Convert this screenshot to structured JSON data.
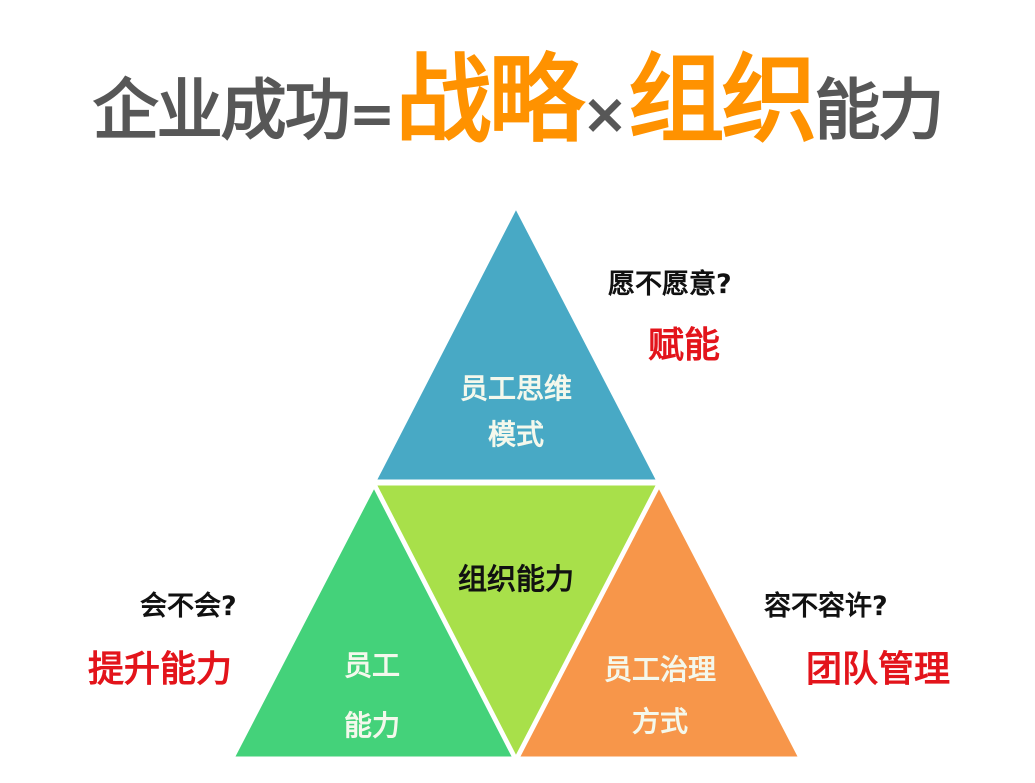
{
  "title": {
    "part1": "企业成功",
    "op_equals": "=",
    "part2": "战略",
    "op_times": "×",
    "part3": "组织",
    "part4": "能力"
  },
  "colors": {
    "title_gray": "#575757",
    "title_orange": "#ff9200",
    "top_triangle": "#48a9c5",
    "center_triangle": "#a8e04a",
    "left_triangle": "#44d27a",
    "right_triangle": "#f7964a",
    "answer_red": "#e3141b"
  },
  "diagram": {
    "top": {
      "line1": "员工思维",
      "line2": "模式"
    },
    "center": {
      "label": "组织能力"
    },
    "left": {
      "line1": "员工",
      "line2": "能力"
    },
    "right": {
      "line1": "员工治理",
      "line2": "方式"
    }
  },
  "annotations": {
    "top_right": {
      "question": "愿不愿意?",
      "answer": "赋能"
    },
    "left": {
      "question": "会不会?",
      "answer": "提升能力"
    },
    "right": {
      "question": "容不容许?",
      "answer": "团队管理"
    }
  }
}
